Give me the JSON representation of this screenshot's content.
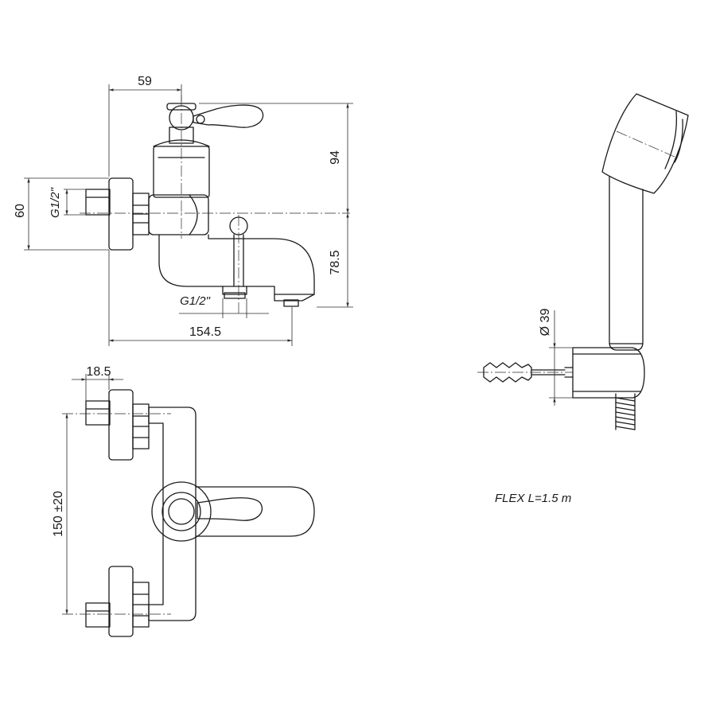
{
  "dimensions": {
    "top_width": "59",
    "overall_height": "94",
    "wall_flange_height": "60",
    "inlet_thread": "G1/2\"",
    "outlet_thread": "G1/2\"",
    "spout_drop": "78.5",
    "overall_length": "154.5",
    "flange_depth": "18.5",
    "center_distance": "150 ±20",
    "holder_diameter": "Ø 39"
  },
  "notes": {
    "hose": "FLEX L=1.5 m"
  }
}
